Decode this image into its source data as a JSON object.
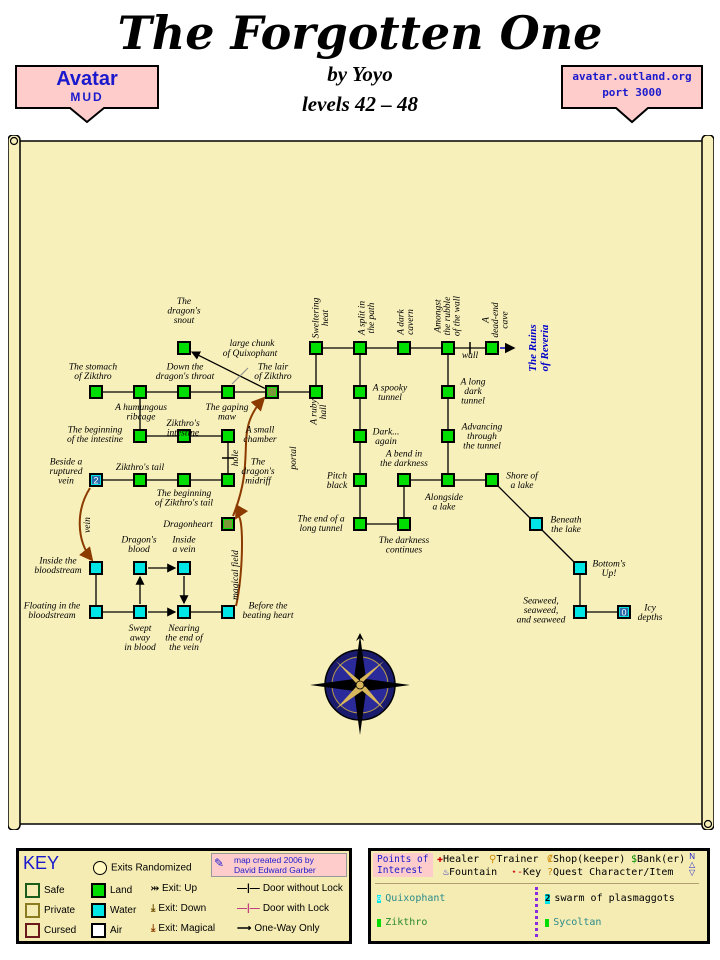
{
  "header": {
    "title": "The Forgotten One",
    "author": "by Yoyo",
    "levels": "levels 42 – 48"
  },
  "banner_left": {
    "line1": "Avatar",
    "line2": "MUD"
  },
  "banner_right": {
    "line1": "avatar.outland.org",
    "line2": "port 3000"
  },
  "map": {
    "rooms": [
      {
        "id": "snout",
        "type": "land",
        "label": [
          "The",
          "dragon's",
          "snout"
        ]
      },
      {
        "id": "stomach",
        "type": "land",
        "label": [
          "The stomach",
          "of Zikthro"
        ]
      },
      {
        "id": "ribcage",
        "type": "land",
        "label": [
          "A humungous",
          "ribcage"
        ]
      },
      {
        "id": "throat",
        "type": "land",
        "label": [
          "Down the",
          "dragon's throat"
        ]
      },
      {
        "id": "gaping",
        "type": "land",
        "label": [
          "The gaping",
          "maw"
        ]
      },
      {
        "id": "lair",
        "type": "land",
        "label": [
          "The lair",
          "of Zikthro"
        ]
      },
      {
        "id": "intestine_begin",
        "type": "land",
        "label": [
          "The beginning",
          "of the intestine"
        ]
      },
      {
        "id": "intestine",
        "type": "land",
        "label": [
          "Zikthro's",
          "intestine"
        ]
      },
      {
        "id": "small_chamber",
        "type": "land",
        "label": [
          "A small",
          "chamber"
        ]
      },
      {
        "id": "ruptured_vein",
        "type": "water",
        "label": [
          "Beside a",
          "ruptured",
          "vein"
        ]
      },
      {
        "id": "tail",
        "type": "land",
        "label": [
          "Zikthro's tail"
        ]
      },
      {
        "id": "tail_begin",
        "type": "land",
        "label": [
          "The beginning",
          "of Zikthro's tail"
        ]
      },
      {
        "id": "midriff",
        "type": "land",
        "label": [
          "The",
          "dragon's",
          "midriff"
        ]
      },
      {
        "id": "dragonheart",
        "type": "land",
        "label": [
          "Dragonheart"
        ]
      },
      {
        "id": "bloodstream",
        "type": "water",
        "label": [
          "Inside the",
          "bloodstream"
        ]
      },
      {
        "id": "dragons_blood",
        "type": "water",
        "label": [
          "Dragon's",
          "blood"
        ]
      },
      {
        "id": "inside_vein",
        "type": "water",
        "label": [
          "Inside",
          "a vein"
        ]
      },
      {
        "id": "floating",
        "type": "water",
        "label": [
          "Floating in the",
          "bloodstream"
        ]
      },
      {
        "id": "swept",
        "type": "water",
        "label": [
          "Swept",
          "away",
          "in blood"
        ]
      },
      {
        "id": "nearing",
        "type": "water",
        "label": [
          "Nearing",
          "the end of",
          "the vein"
        ]
      },
      {
        "id": "beating",
        "type": "water",
        "label": [
          "Before the",
          "beating heart"
        ]
      },
      {
        "id": "sweltering",
        "type": "land",
        "label": [
          "Sweltering",
          "heat"
        ]
      },
      {
        "id": "ruby",
        "type": "land",
        "label": [
          "A ruby",
          "hall"
        ]
      },
      {
        "id": "split",
        "type": "land",
        "label": [
          "A split in",
          "the path"
        ]
      },
      {
        "id": "dark_cavern",
        "type": "land",
        "label": [
          "A dark",
          "cavern"
        ]
      },
      {
        "id": "amongst",
        "type": "land",
        "label": [
          "Amongst",
          "the rubble",
          "of the wall"
        ]
      },
      {
        "id": "deadend",
        "type": "land",
        "label": [
          "A",
          "dead-end",
          "cave"
        ]
      },
      {
        "id": "spooky",
        "type": "land",
        "label": [
          "A spooky",
          "tunnel"
        ]
      },
      {
        "id": "long_dark",
        "type": "land",
        "label": [
          "A long",
          "dark",
          "tunnel"
        ]
      },
      {
        "id": "dark_again",
        "type": "land",
        "label": [
          "Dark...",
          "again"
        ]
      },
      {
        "id": "advancing",
        "type": "land",
        "label": [
          "Advancing",
          "through",
          "the tunnel"
        ]
      },
      {
        "id": "pitch",
        "type": "land",
        "label": [
          "Pitch",
          "black"
        ]
      },
      {
        "id": "bend",
        "type": "land",
        "label": [
          "A bend in",
          "the darkness"
        ]
      },
      {
        "id": "alongside",
        "type": "land",
        "label": [
          "Alongside",
          "a lake"
        ]
      },
      {
        "id": "shore",
        "type": "land",
        "label": [
          "Shore of",
          "a lake"
        ]
      },
      {
        "id": "end_tunnel",
        "type": "land",
        "label": [
          "The end of a",
          "long tunnel"
        ]
      },
      {
        "id": "darkness_cont",
        "type": "land",
        "label": [
          "The darkness",
          "continues"
        ]
      },
      {
        "id": "beneath",
        "type": "water",
        "label": [
          "Beneath",
          "the lake"
        ]
      },
      {
        "id": "bottom",
        "type": "water",
        "label": [
          "Bottom's",
          "Up!"
        ]
      },
      {
        "id": "seaweed",
        "type": "water",
        "label": [
          "Seaweed,",
          "seaweed,",
          "and seaweed"
        ]
      },
      {
        "id": "icy",
        "type": "water",
        "label": [
          "Icy",
          "depths"
        ]
      }
    ],
    "annotations": {
      "quixophant": "large chunk of Quixophant",
      "hole": "hole",
      "portal": "portal",
      "vein": "vein",
      "magical_field": "magical field",
      "wall": "wall",
      "ruins_line1": "The Ruins",
      "ruins_line2": "of Reveria"
    },
    "room_numbers": {
      "ruptured_vein": "2",
      "icy": "0"
    }
  },
  "key": {
    "title": "KEY",
    "exits_randomized": "Exits Randomized",
    "credit_line1": "map created 2006 by",
    "credit_line2": "David Edward Garber",
    "safe": "Safe",
    "private": "Private",
    "cursed": "Cursed",
    "land": "Land",
    "water": "Water",
    "air": "Air",
    "exit_up": "Exit: Up",
    "exit_down": "Exit: Down",
    "exit_magical": "Exit: Magical",
    "door_no_lock": "Door without Lock",
    "door_lock": "Door with Lock",
    "one_way": "One-Way Only"
  },
  "poi": {
    "title_line1": "Points of",
    "title_line2": "Interest",
    "healer": "Healer",
    "trainer": "Trainer",
    "shop": "Shop(keeper)",
    "bank": "Bank(er)",
    "fountain": "Fountain",
    "key": "Key",
    "quest": "Quest Character/Item",
    "items": [
      {
        "marker": "0",
        "text": "Quixophant"
      },
      {
        "marker": "1",
        "text": "Zikthro"
      },
      {
        "marker": "2",
        "text": "swarm of plasmaggots"
      },
      {
        "marker": "3",
        "text": "Sycoltan"
      }
    ]
  },
  "colors": {
    "land": "#00dd00",
    "water": "#00e6e6",
    "parchment": "#f8f0bb",
    "banner": "#ffcccc",
    "magical": "#8b3a00",
    "ruins": "#0000cc"
  }
}
